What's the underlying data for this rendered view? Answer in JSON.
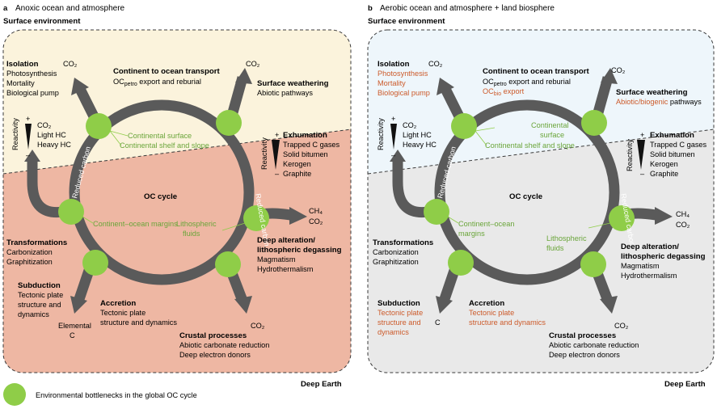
{
  "panel_a": {
    "letter": "a",
    "title": "Anoxic ocean and atmosphere",
    "surface_env": "Surface environment",
    "deep_earth": "Deep Earth",
    "isolation": {
      "title": "Isolation",
      "lines": [
        "Photosynthesis",
        "Mortality",
        "Biological pump"
      ]
    },
    "co2_isolation": "CO₂",
    "reactivity": {
      "label": "Reactivity",
      "plus": "+",
      "minus": "–",
      "items": [
        "CO₂",
        "Light HC",
        "Heavy HC"
      ]
    },
    "continent_transport": {
      "title": "Continent to ocean transport",
      "line_pre": "OC",
      "line_sub": "petro",
      "line_post": " export and reburial"
    },
    "co2_top": "CO₂",
    "surface_weathering": {
      "title": "Surface weathering",
      "lines": [
        "Abiotic pathways"
      ]
    },
    "exhumation": {
      "title": "Exhumation",
      "lines": [
        "Trapped C gases",
        "Solid bitumen",
        "Kerogen",
        "Graphite"
      ],
      "reactivity": "Reactivity",
      "plus": "+",
      "minus": "–"
    },
    "continental_surface": "Continental surface",
    "continental_shelf": "Continental shelf and slope",
    "reduced_carbon_left": "Reduced carbon",
    "reduced_carbon_right": "Reduced carbon",
    "oc_cycle": "OC cycle",
    "ch4": "CH₄",
    "co2_right": "CO₂",
    "continent_ocean": "Continent–ocean margins",
    "lithospheric_fluids": [
      "Lithospheric",
      "fluids"
    ],
    "deep_alteration": {
      "title": [
        "Deep alteration/",
        "lithospheric degassing"
      ],
      "lines": [
        "Magmatism",
        "Hydrothermalism"
      ]
    },
    "transformations": {
      "title": "Transformations",
      "lines": [
        "Carbonization",
        "Graphitization"
      ]
    },
    "subduction": {
      "title": "Subduction",
      "lines": [
        "Tectonic plate",
        "structure and",
        "dynamics"
      ]
    },
    "accretion": {
      "title": "Accretion",
      "lines": [
        "Tectonic plate",
        "structure and dynamics"
      ]
    },
    "elemental_c": [
      "Elemental",
      "C"
    ],
    "co2_bottom": "CO₂",
    "crustal": {
      "title": "Crustal processes",
      "lines": [
        "Abiotic carbonate reduction",
        "Deep electron donors"
      ]
    }
  },
  "panel_b": {
    "letter": "b",
    "title": "Aerobic ocean and atmosphere + land biosphere",
    "surface_env": "Surface environment",
    "deep_earth": "Deep Earth",
    "isolation": {
      "title": "Isolation",
      "lines": [
        "Photosynthesis",
        "Mortality",
        "Biological pump"
      ]
    },
    "co2_isolation": "CO₂",
    "reactivity": {
      "label": "Reactivity",
      "plus": "+",
      "minus": "–",
      "items": [
        "CO₂",
        "Light HC",
        "Heavy HC"
      ]
    },
    "continent_transport": {
      "title": "Continent to ocean transport",
      "line_pre": "OC",
      "line_sub": "petro",
      "line_post": " export and reburial",
      "line2_pre": "OC",
      "line2_sub": "bio",
      "line2_post": " export"
    },
    "co2_top": "CO₂",
    "surface_weathering": {
      "title": "Surface weathering",
      "red": "Abiotic/biogenic",
      "rest": " pathways"
    },
    "exhumation": {
      "title": "Exhumation",
      "lines": [
        "Trapped C gases",
        "Solid bitumen",
        "Kerogen",
        "Graphite"
      ],
      "reactivity": "Reactivity",
      "plus": "+",
      "minus": "–"
    },
    "continental_surface": [
      "Continental",
      "surface"
    ],
    "continental_shelf": "Continental shelf and slope",
    "reduced_carbon_left": "Reduced carbon",
    "reduced_carbon_right": "Reduced carbon",
    "oc_cycle": "OC cycle",
    "ch4": "CH₄",
    "co2_right": "CO₂",
    "continent_ocean": [
      "Continent–ocean",
      "margins"
    ],
    "lithospheric_fluids": [
      "Lithospheric",
      "fluids"
    ],
    "deep_alteration": {
      "title": [
        "Deep alteration/",
        "lithospheric degassing"
      ],
      "lines": [
        "Magmatism",
        "Hydrothermalism"
      ]
    },
    "transformations": {
      "title": "Transformations",
      "lines": [
        "Carbonization",
        "Graphitization"
      ]
    },
    "subduction": {
      "title": "Subduction",
      "lines": [
        "Tectonic plate",
        "structure and",
        "dynamics"
      ]
    },
    "accretion": {
      "title": "Accretion",
      "lines": [
        "Tectonic plate",
        "structure and dynamics"
      ]
    },
    "elemental_c": "C",
    "co2_bottom": "CO₂",
    "crustal": {
      "title": "Crustal processes",
      "lines": [
        "Abiotic carbonate reduction",
        "Deep electron donors"
      ]
    }
  },
  "legend": {
    "label": "Environmental bottlenecks in the global OC cycle"
  },
  "colors": {
    "panel_a_surface": "#fbf3dc",
    "panel_a_deep": "#eeb7a3",
    "panel_b_surface": "#eef6fb",
    "panel_b_deep": "#e9e9e9",
    "ring": "#5a5a5a",
    "bottleneck": "#8fcd48",
    "green_text": "#6aa53a",
    "red_text": "#cc5a2a"
  }
}
